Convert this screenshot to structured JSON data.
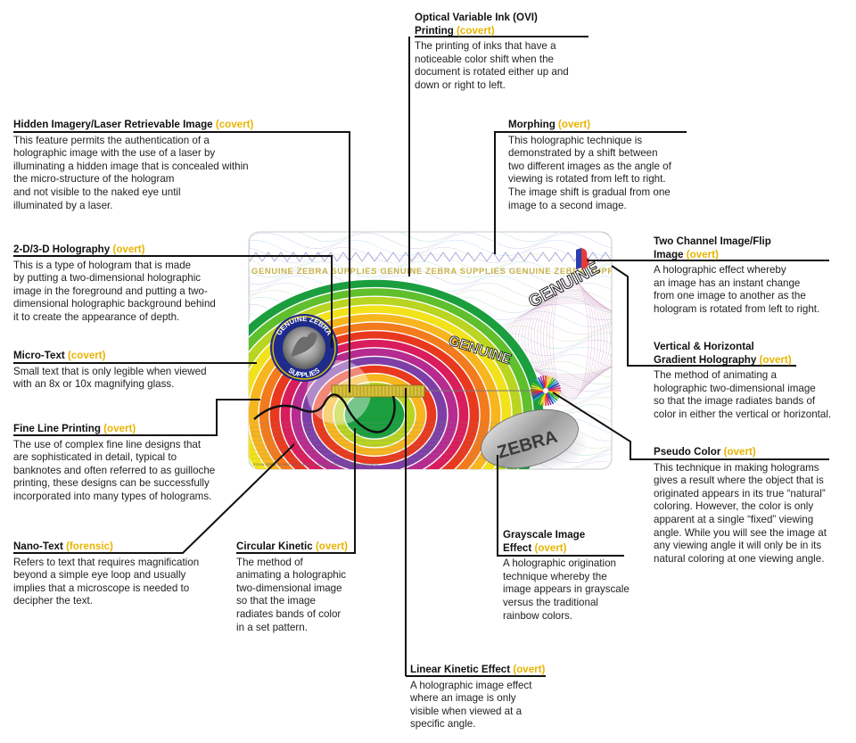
{
  "card": {
    "top_banner": "GENUINE ZEBRA SUPPLIES GENUINE ZEBRA SUPPLIES GENUINE ZEBRA SUPPLIES GI",
    "seal_top": "GENUINE ZEBRA",
    "seal_bottom": "SUPPLIES",
    "genuine_1": "GENUINE",
    "genuine_2": "GENUINE",
    "zebra_mark": "ZEBRA",
    "microtext": "ESCAN ZEBRA SECURE DOCUMENTS GLOBAL PROTECTION FRAUD DETERRENT"
  },
  "callouts": {
    "ovi": {
      "title_1": "Optical Variable Ink (OVI)",
      "title_2": "Printing",
      "tag": "(covert)",
      "body": "The printing of inks that have a\nnoticeable color shift when the\ndocument is rotated either up and\ndown or right to left."
    },
    "hidden": {
      "title": "Hidden Imagery/Laser Retrievable Image",
      "tag": "(covert)",
      "body": "This feature permits the authentication of a\nholographic image with the use of a laser by\nilluminating a hidden image that is concealed within\nthe micro-structure of the hologram\nand not visible to the naked eye until\nilluminated by a laser."
    },
    "morphing": {
      "title": "Morphing",
      "tag": "(overt)",
      "body": "This holographic technique is\ndemonstrated by a shift between\ntwo different images as the angle of\nviewing is rotated from left to right.\nThe image shift is gradual from one\nimage to a second image."
    },
    "holography2d3d": {
      "title": "2-D/3-D Holography",
      "tag": "(overt)",
      "body": "This is a type of hologram that is made\nby putting a two-dimensional holographic\nimage in the foreground and putting a two-\ndimensional holographic background behind\nit to create the appearance of depth."
    },
    "twochannel": {
      "title_1": "Two Channel Image/Flip",
      "title_2": "Image",
      "tag": "(overt)",
      "body": "A holographic effect whereby\nan image has an instant change\nfrom one image to another as the\nhologram is rotated from left to right."
    },
    "microtext": {
      "title": "Micro-Text",
      "tag": "(covert)",
      "body": "Small text that is only legible when viewed\nwith an 8x or 10x magnifying glass."
    },
    "gradient": {
      "title_1": "Vertical & Horizontal",
      "title_2": "Gradient Holography",
      "tag": "(overt)",
      "body": "The method of animating a\nholographic two-dimensional image\nso that the image radiates bands of\ncolor in either the vertical or horizontal."
    },
    "fineline": {
      "title": "Fine Line Printing",
      "tag": "(overt)",
      "body": "The use of complex fine line designs that\nare sophisticated in detail, typical to\nbanknotes and often referred to as guilloche\nprinting, these designs can be successfully\nincorporated into many types of holograms."
    },
    "pseudo": {
      "title": "Pseudo Color",
      "tag": "(overt)",
      "body": "This technique in making holograms\ngives a result where the object that is\noriginated appears in its true “natural”\ncoloring. However, the color is only\napparent at a single “fixed” viewing\nangle. While you will see the image at\nany viewing angle it will only be in its\nnatural coloring at one viewing angle."
    },
    "grayscale": {
      "title_1": "Grayscale Image",
      "title_2": "Effect",
      "tag": "(overt)",
      "body": "A holographic origination\ntechnique whereby the\nimage appears in grayscale\nversus the traditional\nrainbow colors."
    },
    "nanotext": {
      "title": "Nano-Text",
      "tag": "(forensic)",
      "body": "Refers to text that requires magnification\nbeyond a simple eye loop and usually\nimplies that a microscope is needed to\ndecipher the text."
    },
    "circular": {
      "title": "Circular Kinetic",
      "tag": "(overt)",
      "body": "The method of\nanimating a holographic\ntwo-dimensional image\nso that the image\nradiates bands of color\nin a set pattern."
    },
    "linear": {
      "title": "Linear Kinetic Effect",
      "tag": "(overt)",
      "body": "A holographic image effect\nwhere an image is only\nvisible when viewed at a\nspecific angle."
    }
  },
  "colors": {
    "tag": "#e8b400",
    "line": "#111111",
    "card_border": "#c8c8c8",
    "banner_text": "#c9b24a"
  }
}
